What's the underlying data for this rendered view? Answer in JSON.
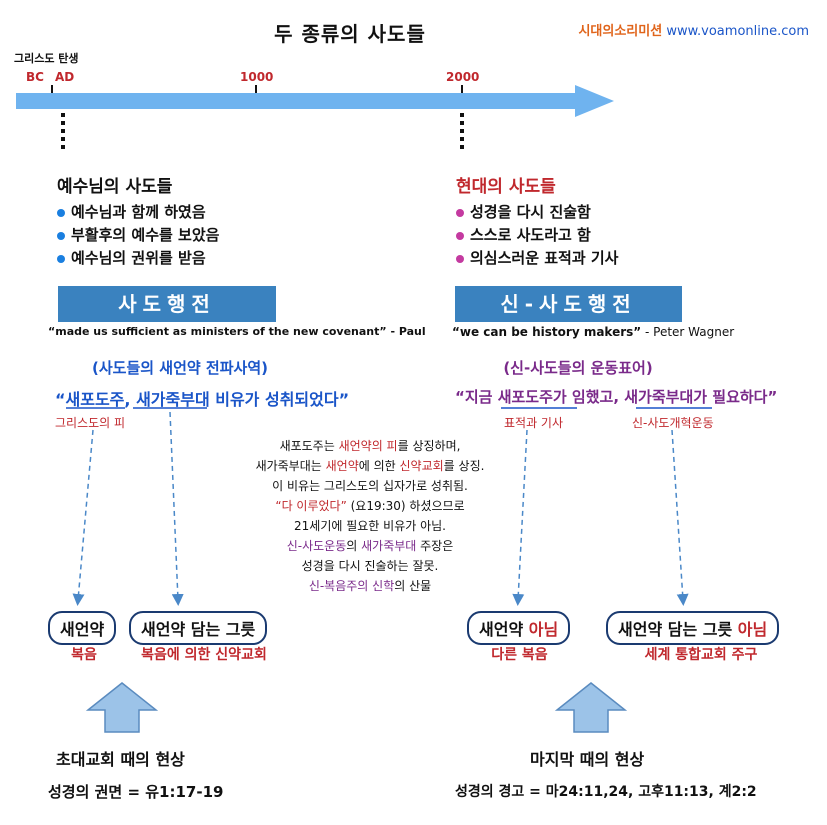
{
  "title": "두 종류의 사도들",
  "brand": {
    "korean": "시대의소리미션",
    "url": "www.voamonline.com"
  },
  "timeline": {
    "start_label": "그리스도 탄생",
    "ticks": [
      "BC",
      "AD",
      "1000",
      "2000"
    ]
  },
  "left": {
    "heading": "예수님의 사도들",
    "bullets": [
      "예수님과 함께 하였음",
      "부활후의 예수를 보았음",
      "예수님의 권위를 받음"
    ],
    "banner": "사도행전",
    "quote": "“made us sufficient as ministers of the new covenant” - Paul",
    "sub": "(사도들의 새언약 전파사역)",
    "slogan_open": "“",
    "slogan_a": "새포도주",
    "slogan_comma": ", ",
    "slogan_b": "새가죽부대",
    "slogan_rest": " 비유가 성취되었다”",
    "label_a": "그리스도의 피",
    "pill_a": "새언약",
    "under_a": "복음",
    "pill_b": "새언약 담는 그릇",
    "under_b": "복음에 의한 신약교회",
    "foot_heading": "초대교회 때의 현상",
    "foot_sub": "성경의 권면 = 유1:17-19"
  },
  "right": {
    "heading": "현대의 사도들",
    "bullets": [
      "성경을 다시 진술함",
      "스스로 사도라고 함",
      "의심스러운 표적과 기사"
    ],
    "banner": "신-사도행전",
    "quote_a": "“we can be history makers”",
    "quote_b": " - Peter Wagner",
    "sub": "(신-사도들의 운동표어)",
    "slogan_open": "“지금 ",
    "slogan_a": "새포도주가",
    "slogan_mid": " 임했고, ",
    "slogan_b": "새가죽부대가",
    "slogan_rest": " 필요하다”",
    "label_a": "표적과 기사",
    "label_b": "신-사도개혁운동",
    "pill_a_main": "새언약 ",
    "pill_a_red": "아님",
    "under_a": "다른 복음",
    "pill_b_main": "새언약 담는 그릇 ",
    "pill_b_red": "아님",
    "under_b": "세계 통합교회 주구",
    "foot_heading": "마지막 때의 현상",
    "foot_sub": "성경의 경고 = 마24:11,24, 고후11:13, 계2:2"
  },
  "center": {
    "l1a": "새포도주는 ",
    "l1b": "새언약의 피",
    "l1c": "를 상징하며,",
    "l2a": "새가죽부대는 ",
    "l2b": "새언약",
    "l2c": "에 의한 ",
    "l2d": "신약교회",
    "l2e": "를 상징.",
    "l3": "이 비유는 그리스도의 십자가로 성취됨.",
    "l4a": "“다 이루었다”",
    "l4b": " (요19:30) 하셨으므로",
    "l5": "21세기에 필요한 비유가 아님.",
    "l6a": "신-사도운동",
    "l6b": "의 ",
    "l6c": "새가죽부대",
    "l6d": " 주장은",
    "l7": "성경을 다시 진술하는 잘못.",
    "l8a": "신-복음주의 신학",
    "l8b": "의 산물"
  },
  "colors": {
    "arrow": "#6fb3ef",
    "banner": "#3a82bf",
    "red": "#c0282d",
    "purple": "#7a2a8a",
    "blue": "#1a55c8",
    "up_arrow": "#9cc3e8"
  }
}
